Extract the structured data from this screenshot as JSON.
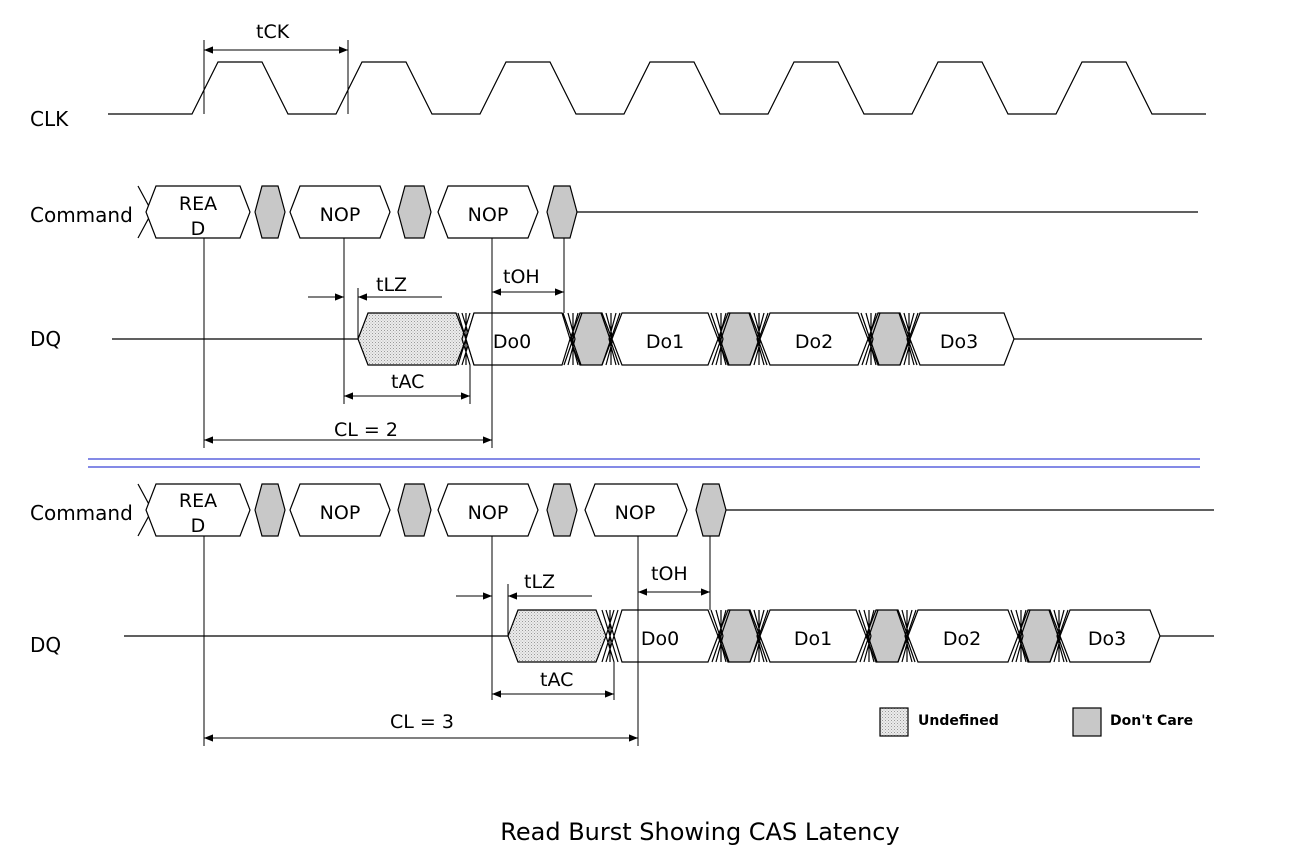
{
  "signals": {
    "clk": "CLK",
    "command_top": "Command",
    "dq_top": "DQ",
    "command_bottom": "Command",
    "dq_bottom": "DQ"
  },
  "commands": {
    "read_line1": "REA",
    "read_line2": "D",
    "nop": "NOP"
  },
  "data_words": [
    "Do0",
    "Do1",
    "Do2",
    "Do3"
  ],
  "timing": {
    "tck": "tCK",
    "tlz": "tLZ",
    "toh": "tOH",
    "tac": "tAC",
    "cl2": "CL = 2",
    "cl3": "CL = 3"
  },
  "legend": {
    "undefined": "Undefined",
    "dont_care": "Don't Care"
  },
  "caption": "Read Burst Showing CAS Latency",
  "colors": {
    "dont_care_fill": "#c8c8c8",
    "undefined_fill": "#dcdcdc",
    "separator": "#3a44d8"
  }
}
